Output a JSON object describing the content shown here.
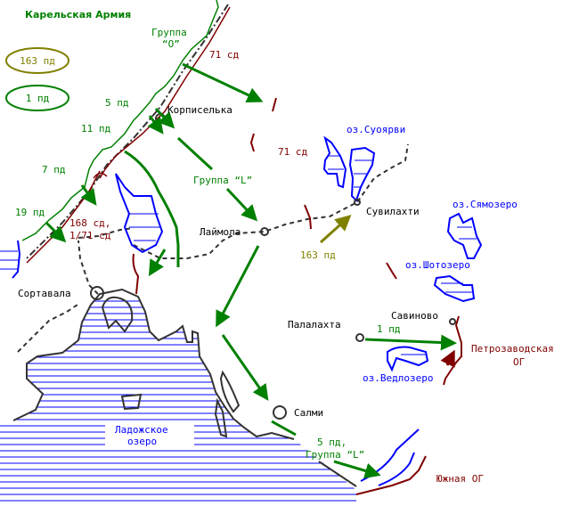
{
  "title": "Карельская Армия",
  "legend": [
    {
      "label": "163 пд",
      "color": "#808000"
    },
    {
      "label": "1 пд",
      "color": "#008000"
    }
  ],
  "colors": {
    "soviet": "#800000",
    "finnish": "#008000",
    "water": "#0000ff",
    "roads": "#333333",
    "reserve": "#808000"
  },
  "units": {
    "group_o_line1": "Группа",
    "group_o_line2": "“O”",
    "sd71_north": "71 сд",
    "pd5": "5 пд",
    "pd11": "11 пд",
    "sd71_center": "71 сд",
    "pd7": "7 пд",
    "group_l": "Группа “L”",
    "pd19": "19 пд",
    "sd168_line1": "168 сд,",
    "sd168_line2": "1/71 сд",
    "pd163": "163 пд",
    "pd1": "1 пд",
    "petroz_line1": "Петрозаводская",
    "petroz_line2": "ОГ",
    "pd5_south": "5 пд,",
    "group_l_south": "Группа “L”",
    "south_og": "Южная ОГ"
  },
  "places": {
    "korpiselka": "Корписелька",
    "laimola": "Лаймола",
    "suvilahti": "Сувилахти",
    "sortavala": "Сортавала",
    "palalahta": "Палалахта",
    "savinovo": "Савиново",
    "salmi": "Салми"
  },
  "lakes": {
    "suoyarvi": "оз.Суоярви",
    "syamozero": "оз.Сямозеро",
    "shotozero": "оз.Шотозеро",
    "vedlozero": "оз.Ведлозеро",
    "ladoga_line1": "Ладожское",
    "ladoga_line2": "озеро"
  }
}
